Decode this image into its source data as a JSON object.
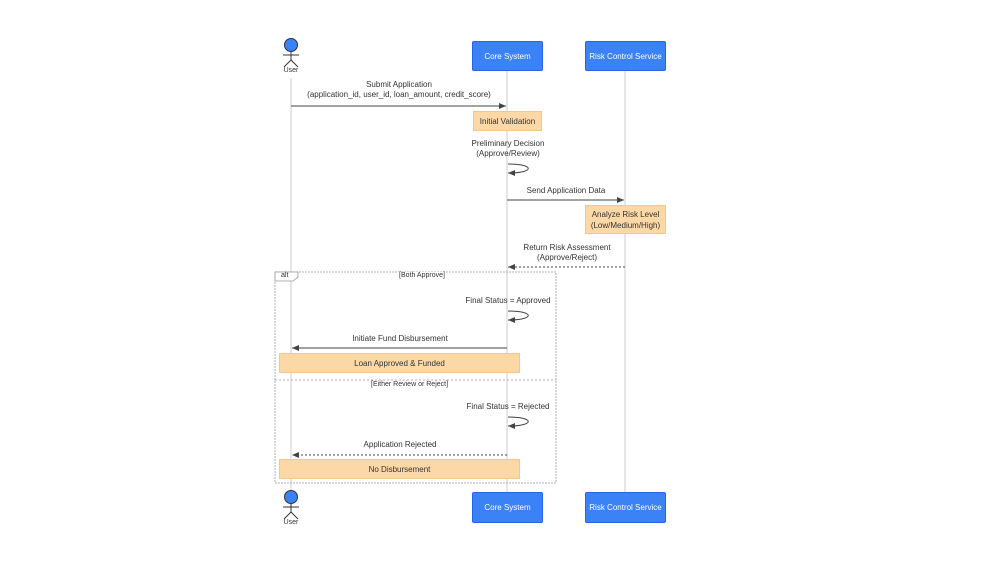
{
  "participants": {
    "user": "User",
    "core": "Core System",
    "risk": "Risk Control Service"
  },
  "messages": {
    "submit_line1": "Submit Application",
    "submit_line2": "(application_id, user_id, loan_amount, credit_score)",
    "prelim_line1": "Preliminary Decision",
    "prelim_line2": "(Approve/Review)",
    "send_data": "Send Application Data",
    "return_line1": "Return Risk Assessment",
    "return_line2": "(Approve/Reject)",
    "final_approved": "Final Status = Approved",
    "initiate_fund": "Initiate Fund Disbursement",
    "final_rejected": "Final Status = Rejected",
    "app_rejected": "Application Rejected"
  },
  "notes": {
    "initial_validation": "Initial Validation",
    "analyze_line1": "Analyze Risk Level",
    "analyze_line2": "(Low/Medium/High)",
    "loan_funded": "Loan Approved & Funded",
    "no_disbursement": "No Disbursement"
  },
  "alt_fragment": {
    "tag": "alt",
    "guard_1": "[Both Approve]",
    "guard_2": "[Either Review or Reject]"
  },
  "colors": {
    "participant_fill": "#3b82f6",
    "note_fill": "#fdd8a7",
    "line": "#444444",
    "lifeline": "#cccccc"
  }
}
